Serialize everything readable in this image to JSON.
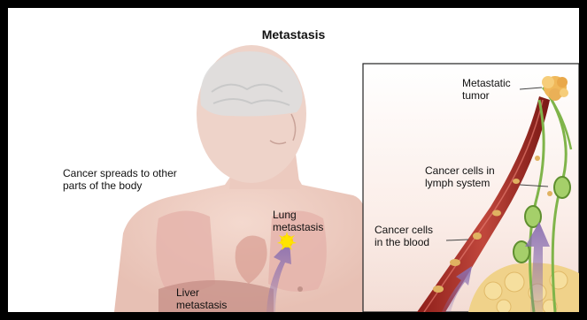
{
  "title": "Metastasis",
  "labels": {
    "spread": "Cancer spreads to other\nparts of the body",
    "lung": "Lung\nmetastasis",
    "liver": "Liver\nmetastasis",
    "metastatic_tumor": "Metastatic\ntumor",
    "lymph_system": "Cancer cells in\nlymph system",
    "blood": "Cancer cells\nin the blood"
  }
}
